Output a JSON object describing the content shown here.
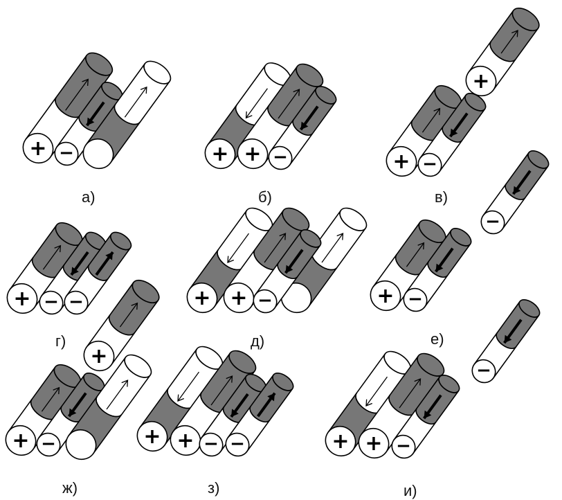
{
  "figure": {
    "colors": {
      "dark": "#777777",
      "light": "#ffffff",
      "stroke": "#000000"
    },
    "panels": [
      {
        "key": "a",
        "label": "а)",
        "cylinders": [
          {
            "pattern": "light-dark",
            "cap": "+",
            "arrow": "thin-up"
          },
          {
            "pattern": "light-dark",
            "cap": "−",
            "arrow": "thick-down"
          },
          {
            "pattern": "dark-light",
            "cap": "",
            "arrow": "thin-up"
          }
        ]
      },
      {
        "key": "b",
        "label": "б)",
        "cylinders": [
          {
            "pattern": "dark-light",
            "cap": "+",
            "arrow": "thin-down"
          },
          {
            "pattern": "light-dark",
            "cap": "+",
            "arrow": "thin-up"
          },
          {
            "pattern": "light-dark",
            "cap": "−",
            "arrow": "thick-down"
          }
        ]
      },
      {
        "key": "v",
        "label": "в)",
        "cylinders": [
          {
            "pattern": "light-dark",
            "cap": "+",
            "arrow": "thin-up"
          },
          {
            "pattern": "light-dark",
            "cap": "−",
            "arrow": "thick-down"
          },
          {
            "pattern": "light-dark",
            "cap": "+",
            "arrow": "thin-up"
          }
        ]
      },
      {
        "key": "g",
        "label": "г)",
        "cylinders": [
          {
            "pattern": "light-dark",
            "cap": "+",
            "arrow": "thin-up"
          },
          {
            "pattern": "light-dark",
            "cap": "−",
            "arrow": "thick-down"
          },
          {
            "pattern": "light-dark",
            "cap": "−",
            "arrow": "thick-up"
          }
        ]
      },
      {
        "key": "d",
        "label": "д)",
        "cylinders": [
          {
            "pattern": "dark-light",
            "cap": "+",
            "arrow": "thin-down"
          },
          {
            "pattern": "light-dark",
            "cap": "+",
            "arrow": "thin-up"
          },
          {
            "pattern": "light-dark",
            "cap": "−",
            "arrow": "thick-down"
          },
          {
            "pattern": "dark-light",
            "cap": "",
            "arrow": "thin-up"
          }
        ]
      },
      {
        "key": "e",
        "label": "е)",
        "cylinders": [
          {
            "pattern": "light-dark",
            "cap": "+",
            "arrow": "thin-up"
          },
          {
            "pattern": "light-dark",
            "cap": "−",
            "arrow": "thick-down"
          },
          {
            "pattern": "light-dark",
            "cap": "−",
            "arrow": "thick-down"
          }
        ]
      },
      {
        "key": "zh",
        "label": "ж)",
        "cylinders": [
          {
            "pattern": "light-dark",
            "cap": "+",
            "arrow": "thin-up"
          },
          {
            "pattern": "light-dark",
            "cap": "−",
            "arrow": "thick-down"
          },
          {
            "pattern": "dark-light",
            "cap": "",
            "arrow": "thin-up"
          },
          {
            "pattern": "light-dark",
            "cap": "+",
            "arrow": "thin-up"
          }
        ]
      },
      {
        "key": "z",
        "label": "з)",
        "cylinders": [
          {
            "pattern": "dark-light",
            "cap": "+",
            "arrow": "thin-down"
          },
          {
            "pattern": "light-dark",
            "cap": "+",
            "arrow": "thin-up"
          },
          {
            "pattern": "light-dark",
            "cap": "−",
            "arrow": "thick-down"
          },
          {
            "pattern": "light-dark",
            "cap": "−",
            "arrow": "thick-up"
          }
        ]
      },
      {
        "key": "i",
        "label": "и)",
        "cylinders": [
          {
            "pattern": "dark-light",
            "cap": "+",
            "arrow": "thin-down"
          },
          {
            "pattern": "light-dark",
            "cap": "+",
            "arrow": "thin-up"
          },
          {
            "pattern": "light-dark",
            "cap": "−",
            "arrow": "thick-down"
          },
          {
            "pattern": "light-dark",
            "cap": "−",
            "arrow": "thick-down"
          }
        ]
      }
    ]
  }
}
